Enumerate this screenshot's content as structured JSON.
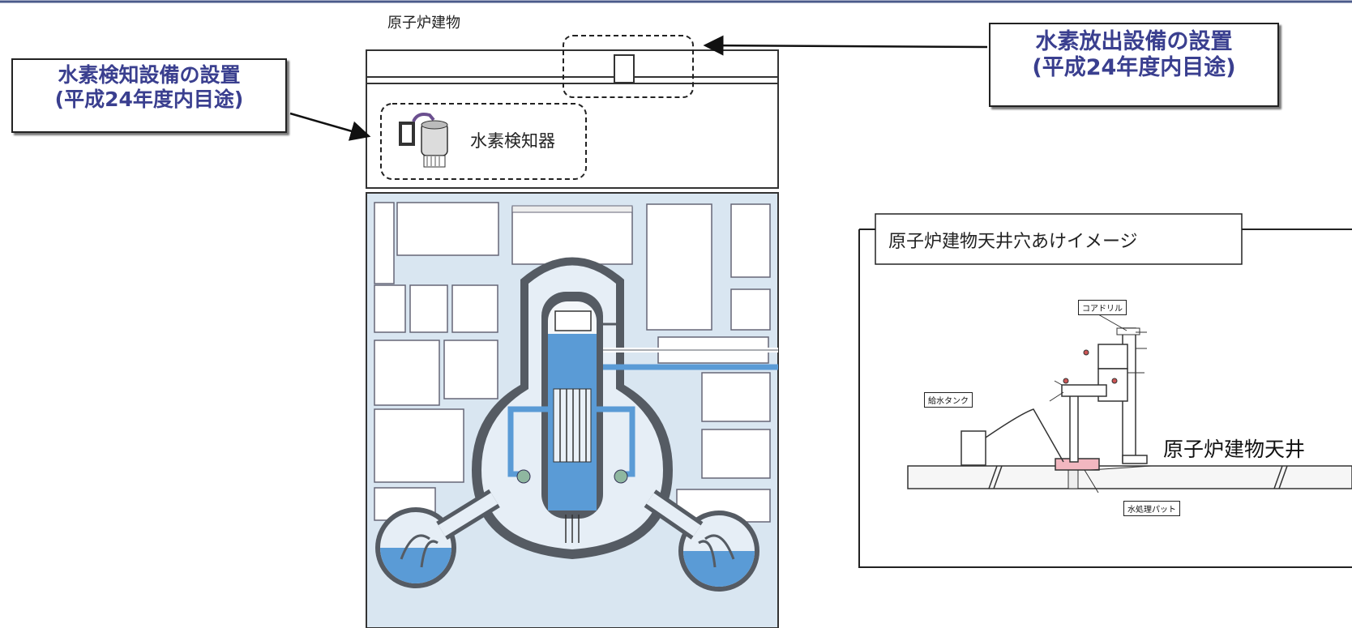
{
  "building_label": "原子炉建物",
  "callouts": {
    "detection": {
      "line1": "水素検知設備の設置",
      "line2": "(平成24年度内目途)"
    },
    "release": {
      "line1": "水素放出設備の設置",
      "line2": "(平成24年度内目途)"
    }
  },
  "detector_label": "水素検知器",
  "inset": {
    "title": "原子炉建物天井穴あけイメージ",
    "core_drill": "コアドリル",
    "water_tank": "給水タンク",
    "ceiling": "原子炉建物天井",
    "water_pad": "水処理パット"
  },
  "colors": {
    "building_fill": "#d9e6f1",
    "water": "#5a9bd6",
    "vessel_dark": "#555b63",
    "label_text": "#3a3f8f"
  }
}
